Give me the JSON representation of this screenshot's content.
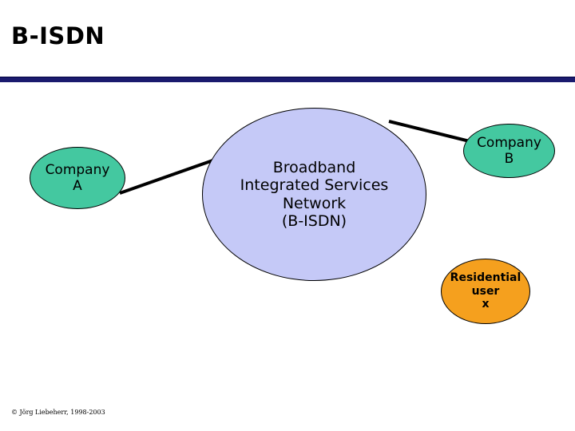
{
  "slide": {
    "title": "B-ISDN",
    "copyright": "© Jörg Liebeherr, 1998-2003"
  },
  "diagram": {
    "nodes": [
      {
        "id": "company-a",
        "label": "Company\nA",
        "color": "#44c8a0"
      },
      {
        "id": "bisdn",
        "label": "Broadband\nIntegrated Services\nNetwork\n(B-ISDN)",
        "color": "#c5c9f7"
      },
      {
        "id": "company-b",
        "label": "Company\nB",
        "color": "#44c8a0"
      },
      {
        "id": "residential",
        "label": "Residential\nuser\nx",
        "color": "#f5a01e"
      }
    ],
    "connections": [
      {
        "from": "company-a",
        "to": "bisdn"
      },
      {
        "from": "bisdn",
        "to": "company-b"
      }
    ]
  }
}
